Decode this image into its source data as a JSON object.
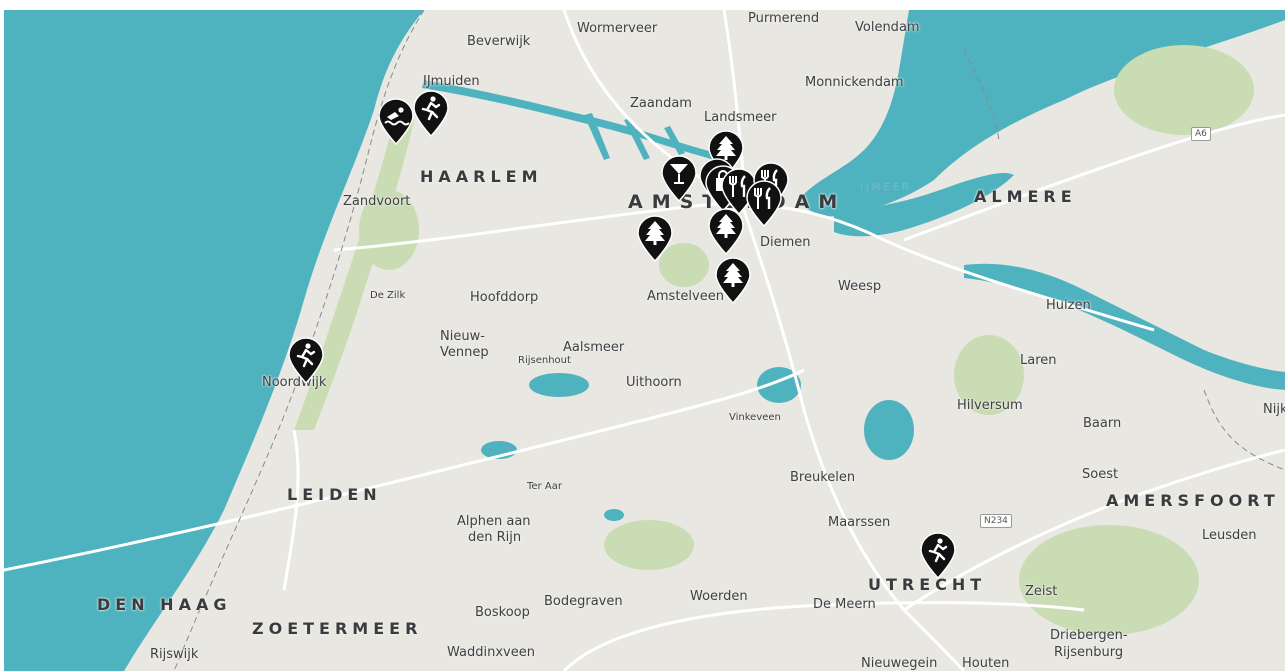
{
  "colors": {
    "sea": "#4fb3bf",
    "land": "#e9e7e2",
    "green": "#c9dcb3",
    "road": "#ffffff",
    "pin": "#111111",
    "label": "#3f4044"
  },
  "labels": {
    "beverwijk": "Beverwijk",
    "wormerveer": "Wormerveer",
    "purmerend": "Purmerend",
    "volendam": "Volendam",
    "ijmuiden": "IJmuiden",
    "monnickendam": "Monnickendam",
    "zaandam": "Zaandam",
    "landsmeer": "Landsmeer",
    "haarlem": "HAARLEM",
    "zandvoort": "Zandvoort",
    "amsterdam": "AMSTERDAM",
    "ijmeer": "IJMEER",
    "almere": "ALMERE",
    "diemen": "Diemen",
    "de_zilk": "De Zilk",
    "hoofddorp": "Hoofddorp",
    "amstelveen": "Amstelveen",
    "weesp": "Weesp",
    "huizen": "Huizen",
    "nieuw_vennep_1": "Nieuw-",
    "nieuw_vennep_2": "Vennep",
    "aalsmeer": "Aalsmeer",
    "rijsenhout": "Rijsenhout",
    "noordwijk": "Noordwijk",
    "uithoorn": "Uithoorn",
    "laren": "Laren",
    "hilversum": "Hilversum",
    "nijkerk": "Nijk",
    "vinkeveen": "Vinkeveen",
    "baarn": "Baarn",
    "soest": "Soest",
    "breukelen": "Breukelen",
    "leiden": "LEIDEN",
    "ter_aar": "Ter Aar",
    "amersfoort": "AMERSFOORT",
    "alphen_1": "Alphen aan",
    "alphen_2": "den Rijn",
    "maarssen": "Maarssen",
    "leusden": "Leusden",
    "utrecht": "UTRECHT",
    "zeist": "Zeist",
    "den_haag": "DEN HAAG",
    "bodegraven": "Bodegraven",
    "woerden": "Woerden",
    "de_meern": "De Meern",
    "boskoop": "Boskoop",
    "zoetermeer": "ZOETERMEER",
    "driebergen_1": "Driebergen-",
    "driebergen_2": "Rijsenburg",
    "rijswijk": "Rijswijk",
    "waddinxveen": "Waddinxveen",
    "nieuwegein": "Nieuwegein",
    "houten": "Houten"
  },
  "road_shields": {
    "a6": "A6",
    "n234": "N234"
  },
  "markers": [
    {
      "id": "swim-ijmuiden",
      "icon": "swimmer-icon"
    },
    {
      "id": "hike-ijmuiden",
      "icon": "hiker-icon"
    },
    {
      "id": "hike-noordwijk",
      "icon": "hiker-icon"
    },
    {
      "id": "cocktail-amsterdam",
      "icon": "cocktail-icon"
    },
    {
      "id": "park-amsterdam-north",
      "icon": "tree-icon"
    },
    {
      "id": "shop-amsterdam",
      "icon": "bag-icon"
    },
    {
      "id": "restaurant-amsterdam-1",
      "icon": "restaurant-icon"
    },
    {
      "id": "restaurant-amsterdam-2",
      "icon": "restaurant-icon"
    },
    {
      "id": "park-amsterdam-west",
      "icon": "tree-icon"
    },
    {
      "id": "park-amsterdam-center",
      "icon": "tree-icon"
    },
    {
      "id": "park-amstelveen",
      "icon": "tree-icon"
    },
    {
      "id": "hike-utrecht",
      "icon": "hiker-icon"
    }
  ]
}
